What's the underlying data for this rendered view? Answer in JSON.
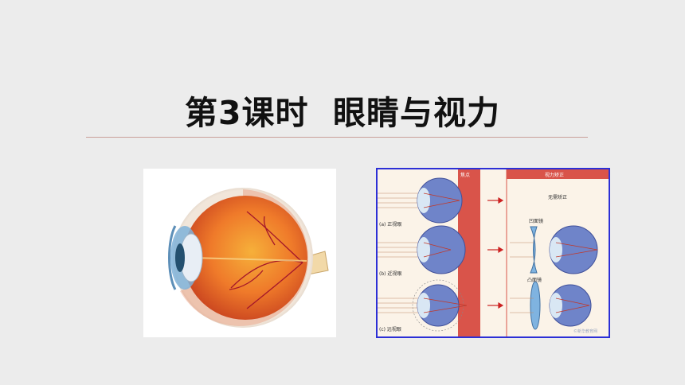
{
  "slide": {
    "title": "第3课时  眼睛与视力"
  },
  "diagram": {
    "header_focus": "焦点",
    "header_correction": "视力矫正",
    "rows": [
      {
        "label": "(a) 正视眼",
        "correction": "无需矫正"
      },
      {
        "label": "(b) 近视眼",
        "correction": "凹面镜"
      },
      {
        "label": "(c) 远视眼",
        "correction": "凸面镜"
      }
    ],
    "watermark": "©新华教育网"
  },
  "colors": {
    "background": "#ececec",
    "rule": "#c9a09a",
    "frame": "#2c2fd6",
    "focus_band": "#d9544a",
    "arrow": "#cc2222"
  }
}
